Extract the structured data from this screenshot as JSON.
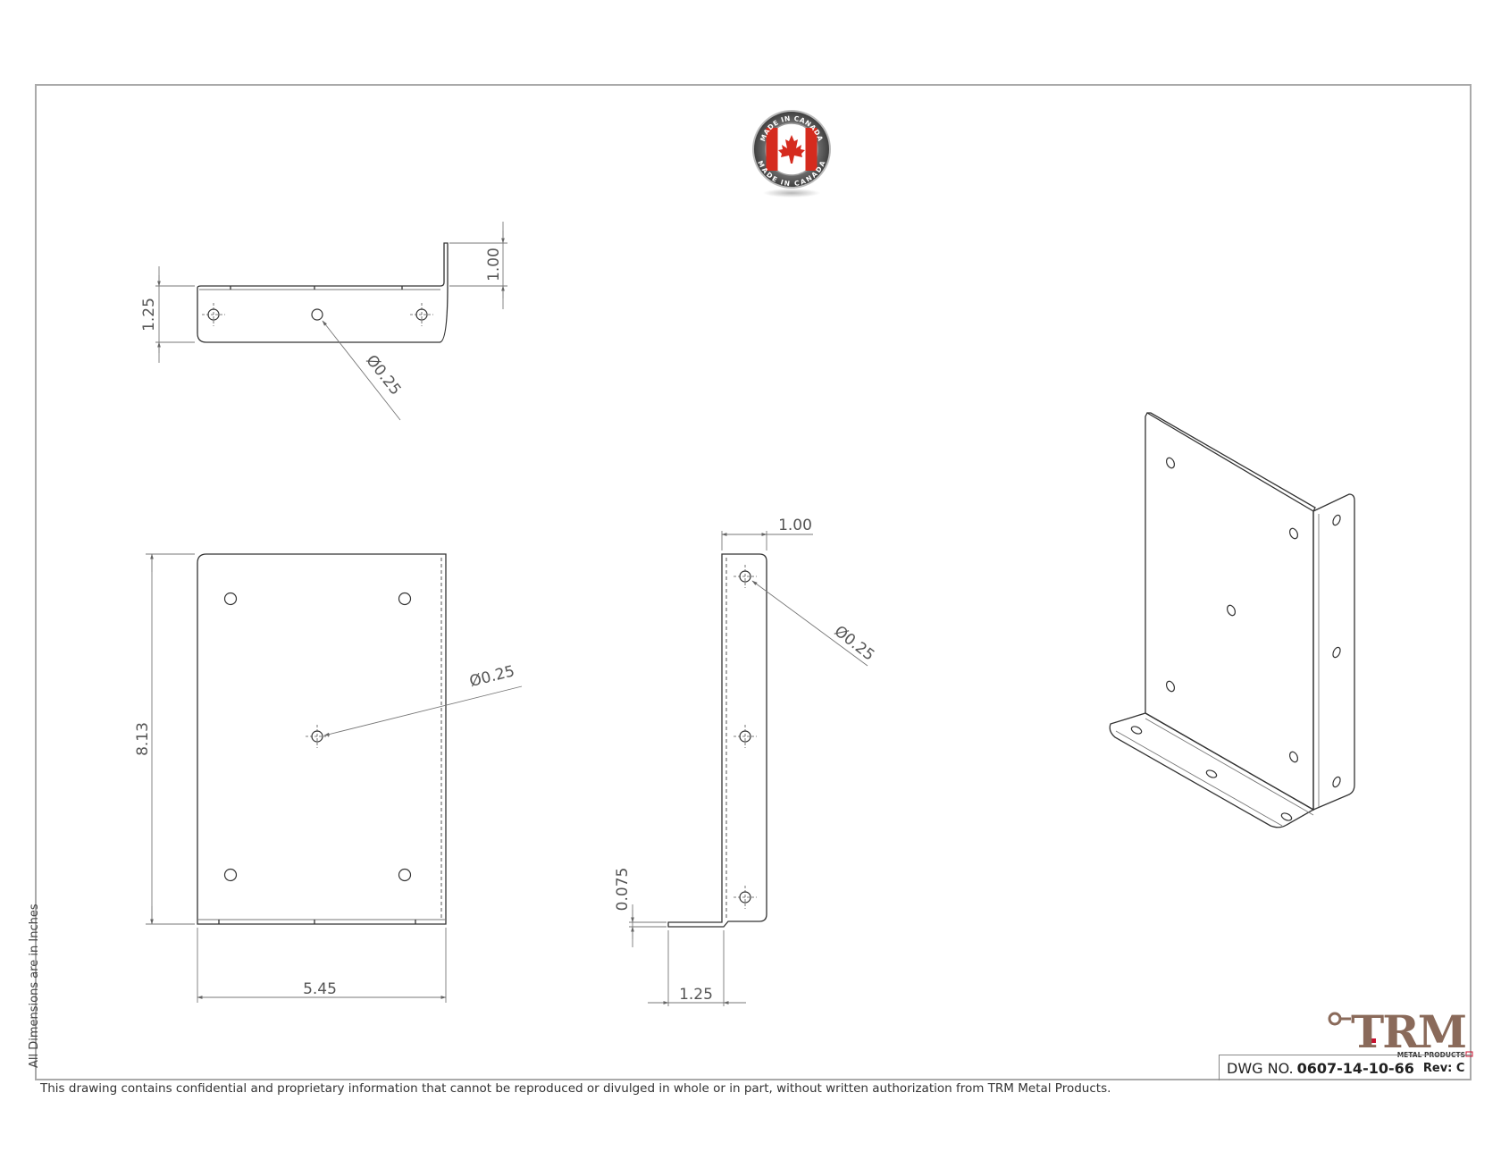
{
  "badge": {
    "text_top": "MADE IN CANADA",
    "text_bottom": "MADE IN CANADA"
  },
  "dimensions": {
    "top_view_height": "1.25",
    "top_view_flange": "1.00",
    "top_view_hole": "Ø0.25",
    "front_view_height": "8.13",
    "front_view_width": "5.45",
    "front_view_hole": "Ø0.25",
    "side_view_flange": "1.00",
    "side_view_hole": "Ø0.25",
    "side_view_thickness": "0.075",
    "side_view_base": "1.25"
  },
  "logo": {
    "text": "TRM",
    "subtext": "METAL PRODUCTS"
  },
  "title_block": {
    "dwg_label": "DWG NO.",
    "dwg_number": "0607-14-10-66",
    "rev": "Rev: C"
  },
  "side_note": "All Dimensions are in Inches",
  "footer_note": "This drawing contains confidential and proprietary information that cannot be reproduced or divulged in whole or in part, without written authorization from TRM Metal Products.",
  "colors": {
    "logo_brown": "#8a6a5a",
    "logo_red": "#c8102e",
    "flag_red": "#d52b1e",
    "border": "#aaaaaa"
  }
}
